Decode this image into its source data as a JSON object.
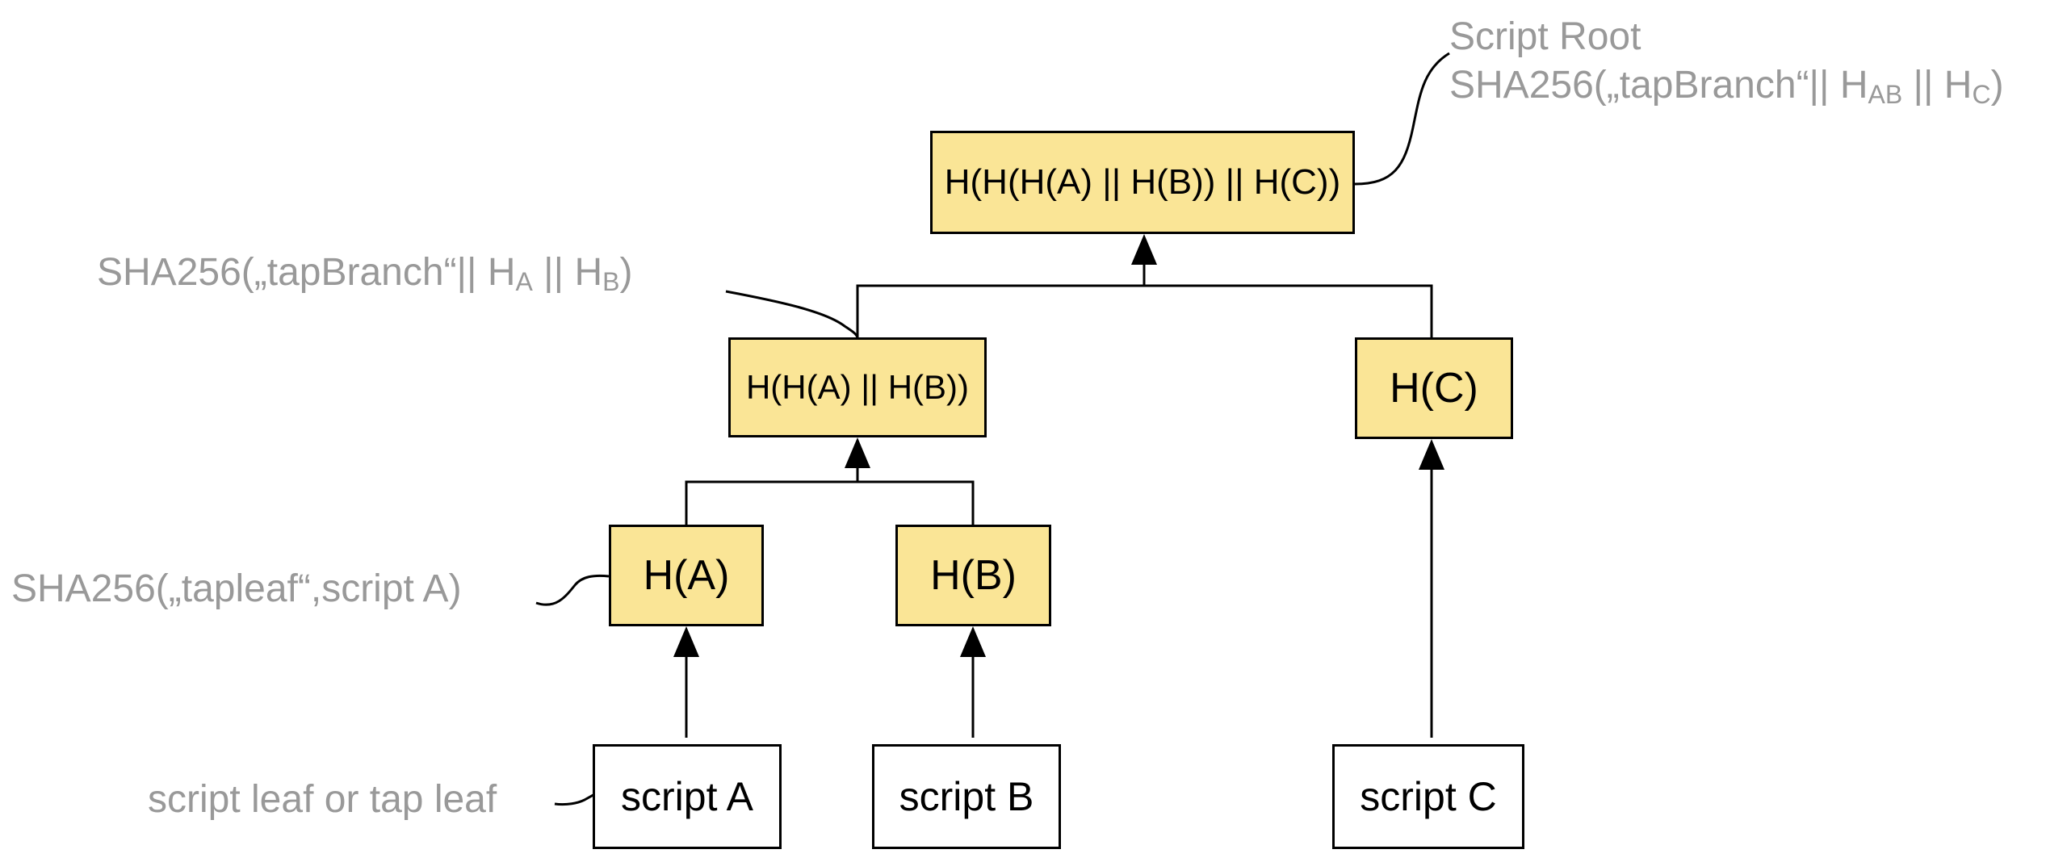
{
  "colors": {
    "node_fill": "#FAE596",
    "node_stroke": "#000000",
    "leaf_fill": "#FFFFFF",
    "annotation_text": "#999999",
    "line": "#000000",
    "background": "#FFFFFF"
  },
  "nodes": {
    "root": {
      "label": "H(H(H(A) || H(B)) || H(C))"
    },
    "branch_ab": {
      "label": "H(H(A) || H(B))"
    },
    "hash_c": {
      "label": "H(C)"
    },
    "hash_a": {
      "label": "H(A)"
    },
    "hash_b": {
      "label": "H(B)"
    },
    "script_a": {
      "label": "script A"
    },
    "script_b": {
      "label": "script B"
    },
    "script_c": {
      "label": "script C"
    }
  },
  "annotations": {
    "script_root": {
      "line1": "Script Root",
      "l2a": "SHA256(„tapBranch“|| H",
      "l2sub1": "AB",
      "l2b": " || H",
      "l2sub2": "C",
      "l2c": ")"
    },
    "tap_branch": {
      "a": "SHA256(„tapBranch“|| H",
      "sub1": "A",
      "b": " || H",
      "sub2": "B",
      "c": ")"
    },
    "tap_leaf": {
      "text": "SHA256(„tapleaf“,script A)"
    },
    "script_leaf": {
      "text": "script leaf or tap leaf"
    }
  }
}
